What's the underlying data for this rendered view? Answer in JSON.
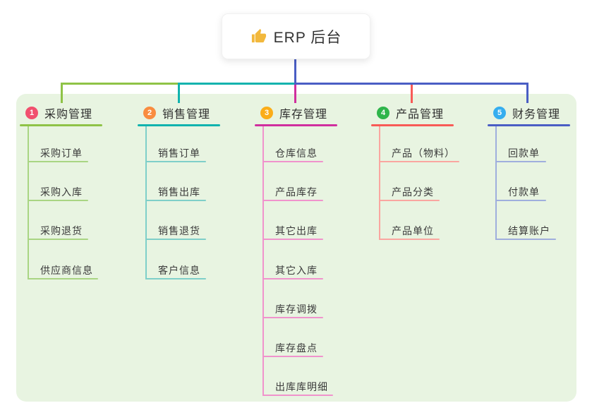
{
  "root": {
    "label": "ERP 后台",
    "icon": "thumbs-up-icon",
    "icon_color": "#f2b83c"
  },
  "colors": {
    "canvas_bg": "#ffffff",
    "panel_bg": "#e8f4e1",
    "root_connector": "#4a5ec4",
    "title_text": "#2f2f2f",
    "child_text": "#3a3a3a"
  },
  "branches": [
    {
      "index": "1",
      "label": "采购管理",
      "badge_color": "#f1506e",
      "line_color": "#8fc347",
      "child_line_color": "#a9d583",
      "children": [
        "采购订单",
        "采购入库",
        "采购退货",
        "供应商信息"
      ]
    },
    {
      "index": "2",
      "label": "销售管理",
      "badge_color": "#f98c3f",
      "line_color": "#11b3ae",
      "child_line_color": "#7fcfc9",
      "children": [
        "销售订单",
        "销售出库",
        "销售退货",
        "客户信息"
      ]
    },
    {
      "index": "3",
      "label": "库存管理",
      "badge_color": "#fbad18",
      "line_color": "#d02f9e",
      "child_line_color": "#f093cc",
      "children": [
        "仓库信息",
        "产品库存",
        "其它出库",
        "其它入库",
        "库存调拨",
        "库存盘点",
        "出库库明细"
      ]
    },
    {
      "index": "4",
      "label": "产品管理",
      "badge_color": "#2fb54b",
      "line_color": "#f85b57",
      "child_line_color": "#faa6a0",
      "children": [
        "产品（物料）",
        "产品分类",
        "产品单位"
      ]
    },
    {
      "index": "5",
      "label": "财务管理",
      "badge_color": "#35aeef",
      "line_color": "#4a5ec4",
      "child_line_color": "#9faedd",
      "children": [
        "回款单",
        "付款单",
        "结算账户"
      ]
    }
  ]
}
